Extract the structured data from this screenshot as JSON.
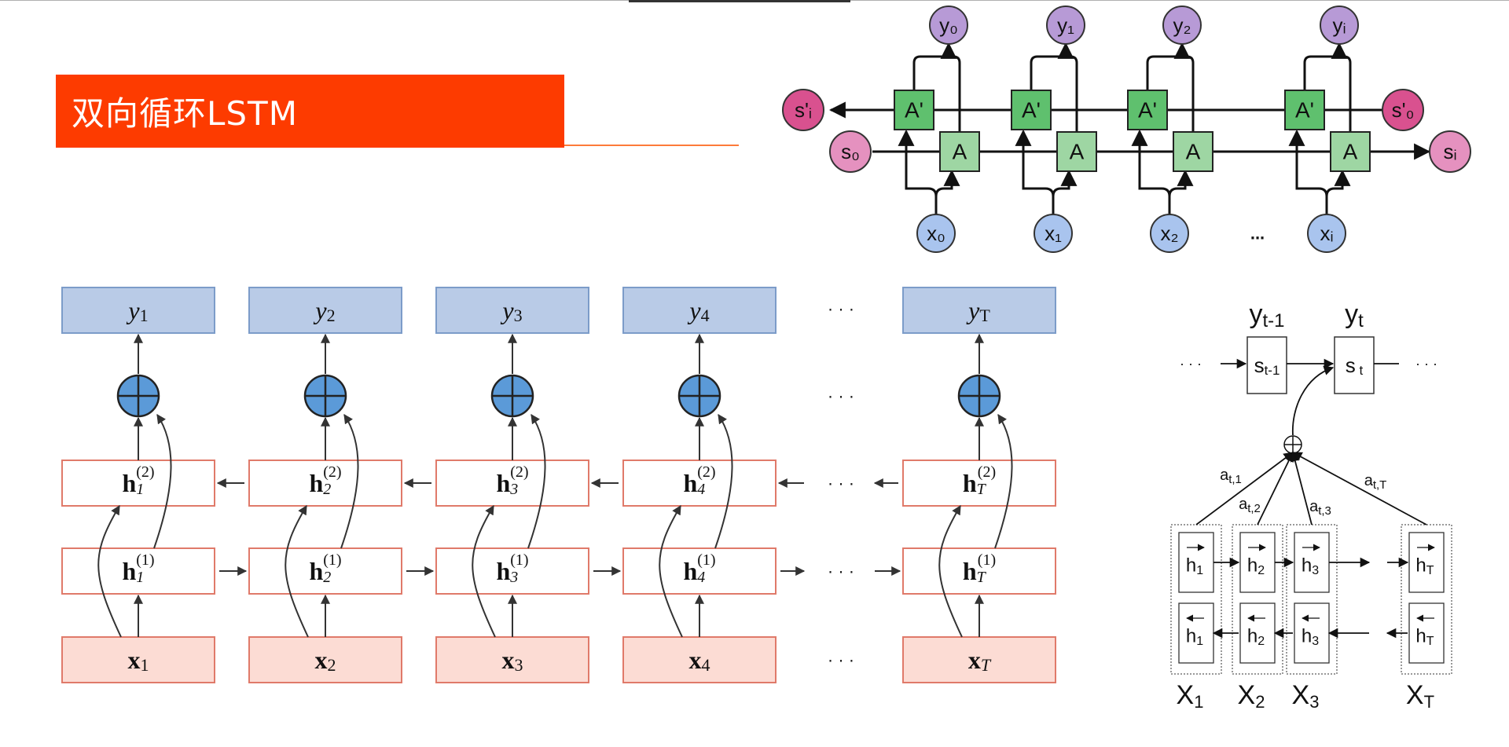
{
  "slide": {
    "title": "双向循环LSTM",
    "accent_color": "#fd3b00"
  },
  "diagram_top": {
    "outputs": [
      "y₀",
      "y₁",
      "y₂",
      "yᵢ"
    ],
    "inputs": [
      "x₀",
      "x₁",
      "x₂",
      "xᵢ"
    ],
    "fwd_cell": "A",
    "bwd_cell": "A'",
    "s_fwd_start": "s₀",
    "s_fwd_end": "sᵢ",
    "s_bwd_start": "s'₀",
    "s_bwd_end": "s'ᵢ",
    "ellipsis": "..."
  },
  "diagram_left": {
    "columns": [
      {
        "y": "y",
        "ysub": "1",
        "h": "h",
        "hsub": "1",
        "x": "x",
        "xsub": "1"
      },
      {
        "y": "y",
        "ysub": "2",
        "h": "h",
        "hsub": "2",
        "x": "x",
        "xsub": "2"
      },
      {
        "y": "y",
        "ysub": "3",
        "h": "h",
        "hsub": "3",
        "x": "x",
        "xsub": "3"
      },
      {
        "y": "y",
        "ysub": "4",
        "h": "h",
        "hsub": "4",
        "x": "x",
        "xsub": "4"
      },
      {
        "y": "y",
        "ysub": "T",
        "h": "h",
        "hsub": "T",
        "x": "x",
        "xsub": "T"
      }
    ],
    "sup_layer1": "(1)",
    "sup_layer2": "(2)",
    "dots": "· · ·",
    "plus_symbol": "⊕"
  },
  "diagram_right": {
    "y_prev": "y",
    "y_prev_sub": "t-1",
    "y_cur": "y",
    "y_cur_sub": "t",
    "s_prev": "s",
    "s_prev_sub": "t-1",
    "s_cur": "s",
    "s_cur_sub": "t",
    "dots": "· · ·",
    "weights": [
      {
        "a": "a",
        "sub": "t,1"
      },
      {
        "a": "a",
        "sub": "t,2"
      },
      {
        "a": "a",
        "sub": "t,3"
      },
      {
        "a": "a",
        "sub": "t,T"
      }
    ],
    "fwd_h": [
      {
        "h": "h",
        "sub": "1"
      },
      {
        "h": "h",
        "sub": "2"
      },
      {
        "h": "h",
        "sub": "3"
      },
      {
        "h": "h",
        "sub": "T"
      }
    ],
    "bwd_h": [
      {
        "h": "h",
        "sub": "1"
      },
      {
        "h": "h",
        "sub": "2"
      },
      {
        "h": "h",
        "sub": "3"
      },
      {
        "h": "h",
        "sub": "T"
      }
    ],
    "inputs": [
      {
        "x": "X",
        "sub": "1"
      },
      {
        "x": "X",
        "sub": "2"
      },
      {
        "x": "X",
        "sub": "3"
      },
      {
        "x": "X",
        "sub": "T"
      }
    ]
  }
}
